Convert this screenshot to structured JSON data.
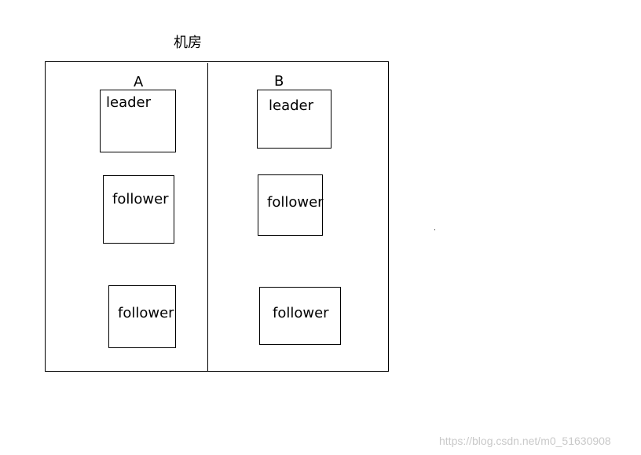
{
  "diagram": {
    "title": "机房",
    "room_a": {
      "label": "A",
      "nodes": [
        "leader",
        "follower",
        "follower"
      ]
    },
    "room_b": {
      "label": "B",
      "nodes": [
        "leader",
        "follower",
        "follower"
      ]
    }
  },
  "watermark": "https://blog.csdn.net/m0_51630908"
}
